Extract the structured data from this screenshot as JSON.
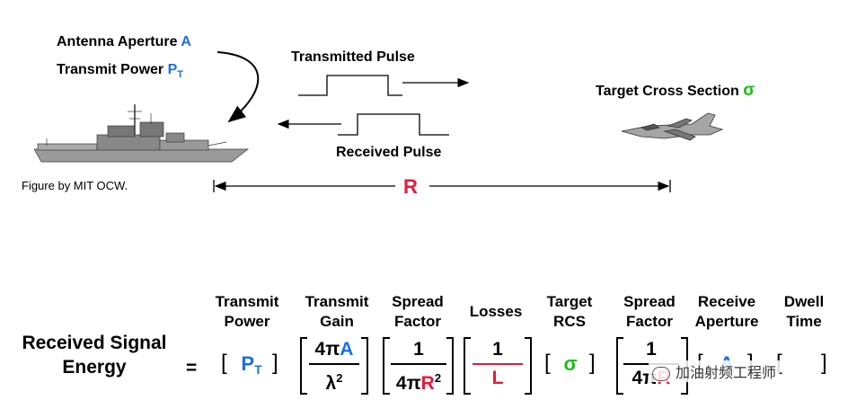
{
  "scene": {
    "antenna_label": "Antenna Aperture ",
    "antenna_symbol": "A",
    "power_label": "Transmit Power ",
    "power_symbol": "P",
    "power_sub": "T",
    "transmitted": "Transmitted Pulse",
    "received": "Received Pulse",
    "target_label": "Target Cross Section ",
    "target_symbol": "σ",
    "range_symbol": "R",
    "credit": "Figure by MIT OCW."
  },
  "equation": {
    "lhs_line1": "Received Signal",
    "lhs_line2": "Energy",
    "equals": "=",
    "headers": [
      {
        "l1": "Transmit",
        "l2": "Power"
      },
      {
        "l1": "Transmit",
        "l2": "Gain"
      },
      {
        "l1": "Spread",
        "l2": "Factor"
      },
      {
        "l1": "Losses",
        "l2": ""
      },
      {
        "l1": "Target",
        "l2": "RCS"
      },
      {
        "l1": "Spread",
        "l2": "Factor"
      },
      {
        "l1": "Receive",
        "l2": "Aperture"
      },
      {
        "l1": "Dwell",
        "l2": "Time"
      }
    ],
    "pt_symbol": "P",
    "pt_sub": "T",
    "gain_num_prefix": "4π",
    "gain_num_sym": "A",
    "gain_den": "λ",
    "gain_den_exp": "2",
    "spread_num": "1",
    "spread_den_prefix": "4π",
    "spread_den_sym": "R",
    "spread_den_exp": "2",
    "loss_num": "1",
    "loss_den": "L",
    "sigma": "σ",
    "spread2_num": "1",
    "spread2_den_prefix": "4π",
    "spread2_den_sym": "R",
    "aperture_sym": "A"
  },
  "watermark": "加油射频工程师",
  "colors": {
    "blue": "#1a6fe8",
    "red": "#e8193a",
    "green": "#18c018"
  }
}
